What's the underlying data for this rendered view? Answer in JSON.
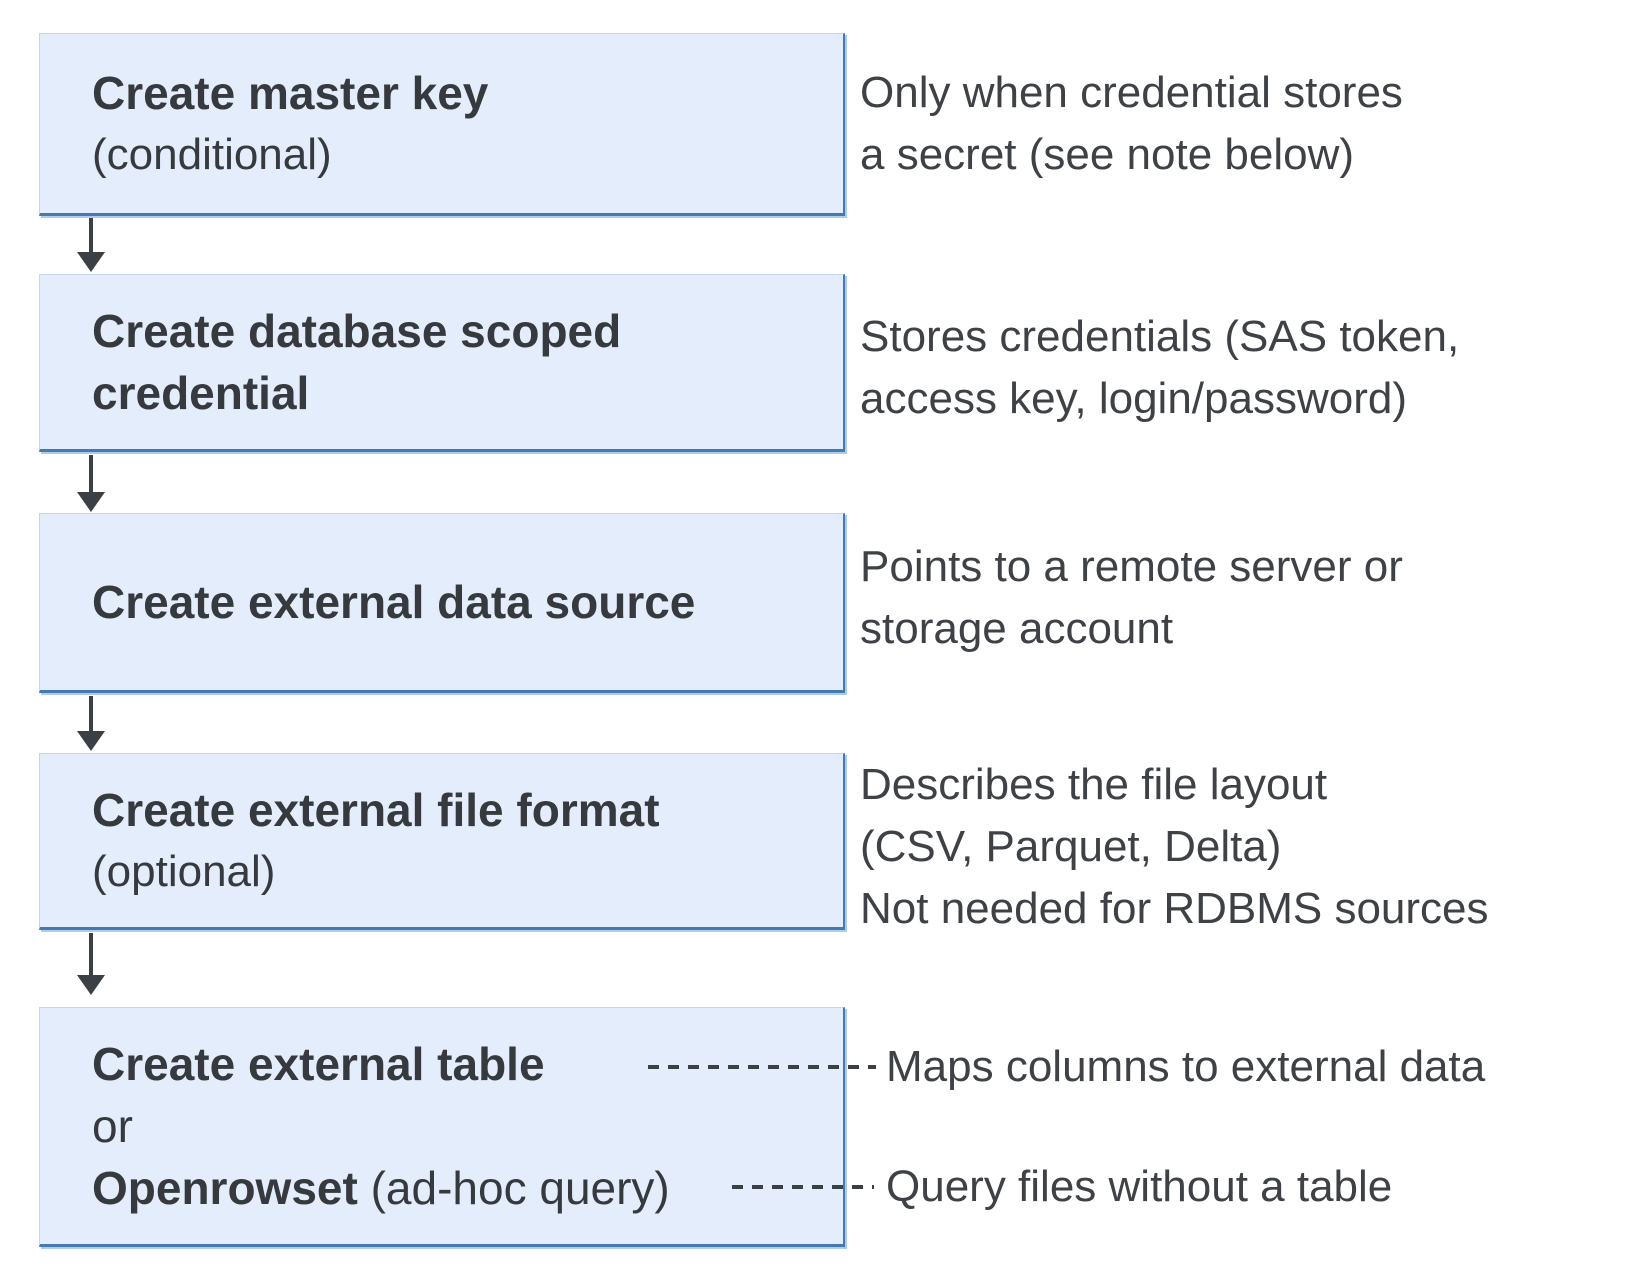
{
  "colors": {
    "background": "#ffffff",
    "box_fill": "#e3edfb",
    "box_border_strong": "#4579af",
    "box_border_light": "#c3d8f0",
    "box_shadow": "#aecbe9",
    "arrow": "#3b4045",
    "dash": "#3b4045",
    "title_text": "#363a3e",
    "note_text": "#3e4246"
  },
  "steps": [
    {
      "title": "Create master key",
      "subtitle": "(conditional)"
    },
    {
      "title": "Create database scoped credential"
    },
    {
      "title": "Create external data source"
    },
    {
      "title": "Create external file format",
      "subtitle": "(optional)"
    },
    {
      "title": "Create external table",
      "or_label": "or",
      "alt_title": "Openrowset",
      "alt_suffix": " (ad-hoc query)"
    }
  ],
  "notes": {
    "master_key": {
      "line1": "Only when credential stores",
      "line2": "a secret (see note below)"
    },
    "scoped_credential": {
      "line1": "Stores credentials (SAS token,",
      "line2": "access key, login/password)"
    },
    "data_source": {
      "line1": "Points to a remote server or",
      "line2": "storage account"
    },
    "file_format": {
      "line1": "Describes the file layout",
      "line2": "(CSV, Parquet, Delta)",
      "line3": "Not needed for RDBMS sources"
    },
    "external_table": "Maps columns to external data",
    "openrowset": "Query files without a table"
  }
}
